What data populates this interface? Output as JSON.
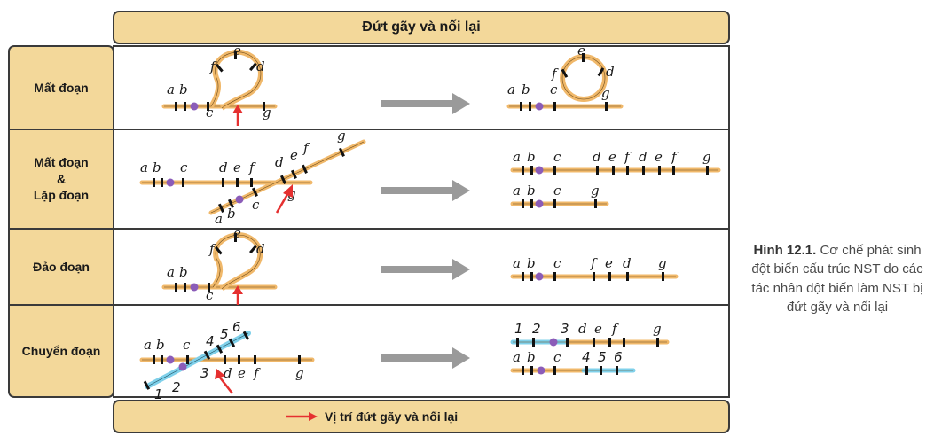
{
  "header": {
    "title": "Đứt gãy và nối lại"
  },
  "rows": [
    {
      "label_lines": [
        "Mất đoạn"
      ]
    },
    {
      "label_lines": [
        "Mất đoạn",
        "&",
        "Lặp đoạn"
      ]
    },
    {
      "label_lines": [
        "Đảo đoạn"
      ]
    },
    {
      "label_lines": [
        "Chuyển đoạn"
      ]
    }
  ],
  "legend": {
    "text": "Vị trí đứt gãy và nối lại",
    "icon": "red-arrow-icon"
  },
  "caption": {
    "bold": "Hình 12.1.",
    "text": "Cơ chế phát sinh đột biến cấu trúc NST do các tác nhân đột biến làm NST bị đứt gãy và nối lại"
  },
  "diagram_labels": {
    "row1_before": [
      "a",
      "b",
      "c",
      "d",
      "e",
      "f",
      "g"
    ],
    "row1_after": [
      "a",
      "b",
      "c",
      "d",
      "e",
      "f",
      "g"
    ],
    "row2_before_top": [
      "a",
      "b",
      "c",
      "d",
      "e",
      "f"
    ],
    "row2_before_bottom": [
      "a",
      "b",
      "c",
      "d",
      "e",
      "f",
      "g"
    ],
    "row2_after_long": [
      "a",
      "b",
      "c",
      "d",
      "e",
      "f",
      "d",
      "e",
      "f",
      "g"
    ],
    "row2_after_short": [
      "a",
      "b",
      "c",
      "g"
    ],
    "row3_before": [
      "a",
      "b",
      "c",
      "d",
      "e",
      "f"
    ],
    "row3_after": [
      "a",
      "b",
      "c",
      "f",
      "e",
      "d",
      "g"
    ],
    "row4_before_orange": [
      "a",
      "b",
      "c",
      "d",
      "e",
      "f",
      "g"
    ],
    "row4_before_blue": [
      "1",
      "2",
      "3",
      "4",
      "5",
      "6"
    ],
    "row4_after_top": [
      "1",
      "2",
      "3",
      "d",
      "e",
      "f",
      "g"
    ],
    "row4_after_bottom": [
      "a",
      "b",
      "c",
      "4",
      "5",
      "6"
    ]
  },
  "colors": {
    "border": "#3a3a3a",
    "panel": "#f3d89a",
    "panel_header": "#f3d89a",
    "chromosome_orange": "#f0b86a",
    "chromosome_blue": "#7fd0ea",
    "centromere": "#8b5cb8",
    "break_arrow": "#e53030",
    "process_arrow": "#9a9a9a"
  }
}
